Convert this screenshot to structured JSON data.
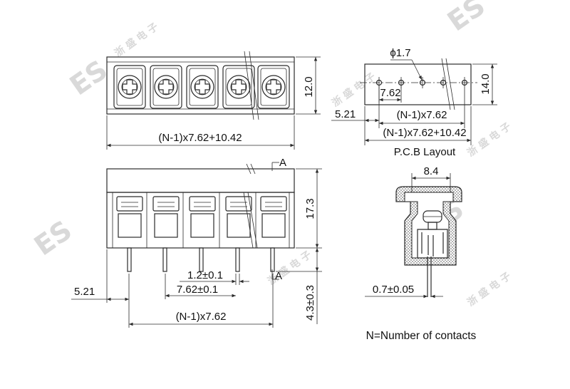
{
  "watermark": {
    "brand": "ES",
    "chars": "浙 盛 电 子"
  },
  "top_view": {
    "width_label": "(N-1)x7.62+10.42",
    "height_label": "12.0"
  },
  "pcb_layout": {
    "hole_label": "ϕ1.7",
    "pitch_label": "7.62",
    "height_label": "14.0",
    "offset_label": "5.21",
    "span_label": "(N-1)x7.62",
    "total_label": "(N-1)x7.62+10.42",
    "title": "P.C.B Layout"
  },
  "front_view": {
    "section_mark": "A",
    "height_label": "17.3",
    "pin_length_label": "4.3±0.3",
    "pin_width_label": "1.2±0.1",
    "pitch_label": "7.62±0.1",
    "offset_label": "5.21",
    "span_label": "(N-1)x7.62"
  },
  "side_view": {
    "width_label": "8.4",
    "pin_label": "0.7±0.05"
  },
  "note": "N=Number of contacts"
}
